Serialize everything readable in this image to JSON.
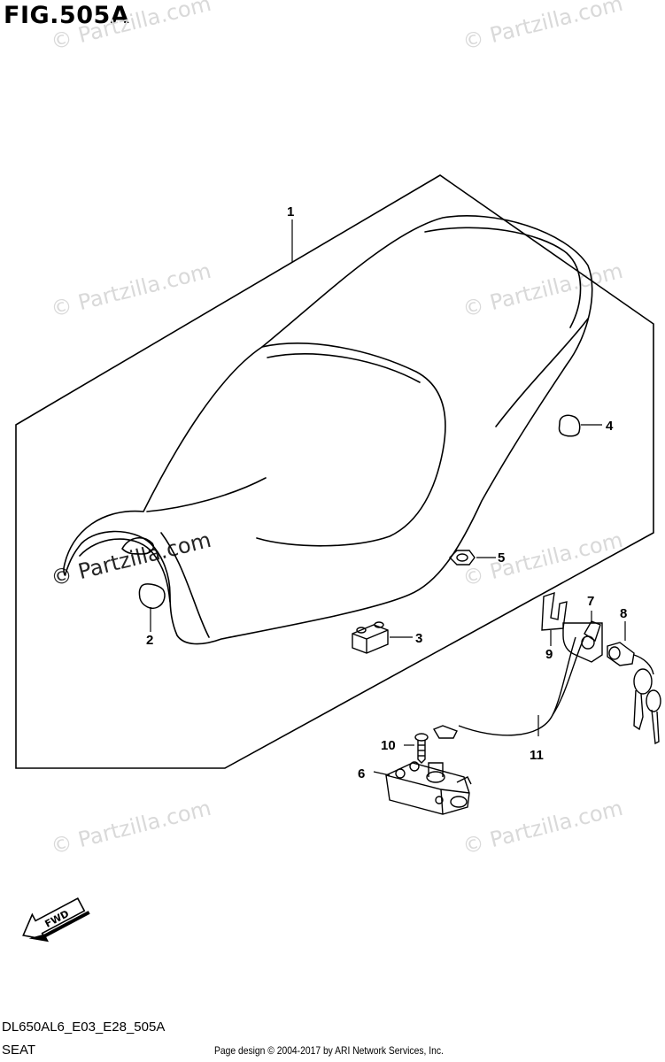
{
  "figure": {
    "title": "FIG.505A",
    "code": "DL650AL6_E03_E28_505A",
    "caption": "SEAT",
    "fwd_label": "FWD"
  },
  "watermark": "© Partzilla.com",
  "callouts": [
    {
      "num": "1",
      "part": "seat"
    },
    {
      "num": "2",
      "part": "cushion"
    },
    {
      "num": "3",
      "part": "cushion"
    },
    {
      "num": "4",
      "part": "cushion"
    },
    {
      "num": "5",
      "part": "nut"
    },
    {
      "num": "6",
      "part": "seat-lock"
    },
    {
      "num": "7",
      "part": "bracket"
    },
    {
      "num": "8",
      "part": "lock-set"
    },
    {
      "num": "9",
      "part": "clip"
    },
    {
      "num": "10",
      "part": "screw"
    },
    {
      "num": "11",
      "part": "cable"
    }
  ],
  "footer": {
    "copyright": "Page design © 2004-2017 by ARI Network Services, Inc."
  }
}
